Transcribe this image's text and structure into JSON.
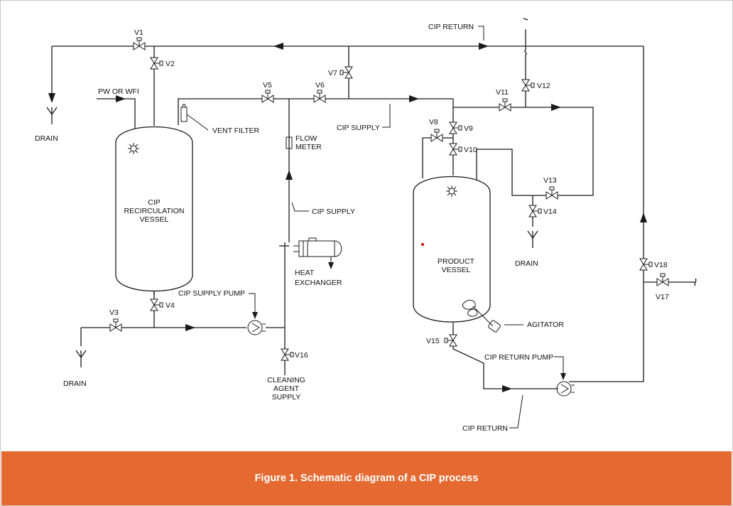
{
  "diagram": {
    "labels": {
      "v1": "V1",
      "v2": "V2",
      "v3": "V3",
      "v4": "V4",
      "v5": "V5",
      "v6": "V6",
      "v7": "V7",
      "v8": "V8",
      "v9": "V9",
      "v10": "V10",
      "v11": "V11",
      "v12": "V12",
      "v13": "V13",
      "v14": "V14",
      "v15": "V15",
      "v16": "V16",
      "v17": "V17",
      "v18": "V18",
      "cip_return_top": "CIP RETURN",
      "cip_return_bottom": "CIP RETURN",
      "pw_or_wfi": "PW OR WFI",
      "drain_left_top": "DRAIN",
      "drain_left_bottom": "DRAIN",
      "drain_right": "DRAIN",
      "vent_filter": "VENT FILTER",
      "cip_supply_top": "CIP SUPPLY",
      "cip_supply_mid": "CIP SUPPLY",
      "flow_meter_1": "FLOW",
      "flow_meter_2": "METER",
      "recirc_1": "CIP",
      "recirc_2": "RECIRCULATION",
      "recirc_3": "VESSEL",
      "heat_ex_1": "HEAT",
      "heat_ex_2": "EXCHANGER",
      "cip_supply_pump": "CIP SUPPLY PUMP",
      "cip_return_pump": "CIP RETURN PUMP",
      "product_1": "PRODUCT",
      "product_2": "VESSEL",
      "agitator": "AGITATOR",
      "clean_1": "CLEANING",
      "clean_2": "AGENT",
      "clean_3": "SUPPLY"
    }
  },
  "caption": "Figure 1. Schematic diagram of a CIP process"
}
